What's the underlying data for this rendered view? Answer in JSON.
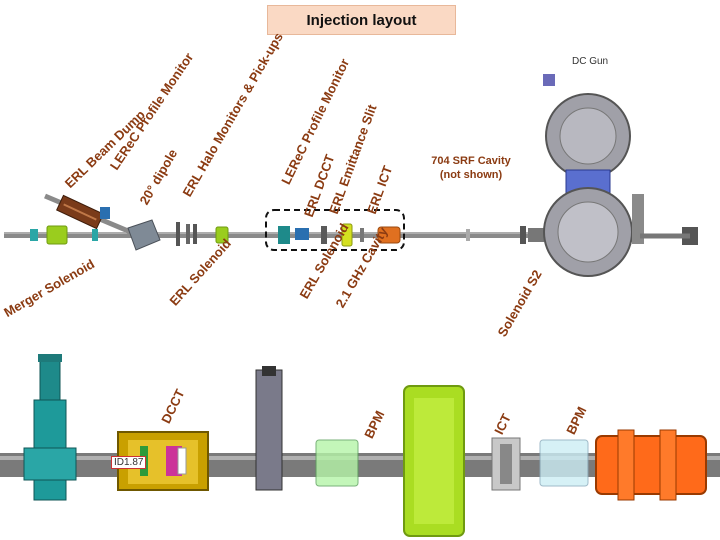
{
  "title": "Injection layout",
  "labels": {
    "erl_beam_dump": "ERL Beam Dump",
    "lerec_profile_monitor_1": "LEReC Profile Monitor",
    "dipole_20": "20° dipole",
    "erl_halo_monitors": "ERL Halo Monitors & Pick-ups",
    "lerec_profile_monitor_2": "LEReC Profile Monitor",
    "erl_dcct_top": "ERL DCCT",
    "erl_emittance_slit": "ERL Emittance Slit",
    "erl_ict": "ERL ICT",
    "merger_solenoid": "Merger Solenoid",
    "erl_solenoid_1": "ERL Solenoid",
    "erl_solenoid_2": "ERL Solenoid",
    "ghz_cavity": "2.1 GHz Cavity",
    "solenoid_s2": "Solenoid S2",
    "srf_cavity_line1": "704 SRF Cavity",
    "srf_cavity_line2": "(not shown)",
    "dc_gun": "DC Gun",
    "dcct_bottom": "DCCT",
    "bpm_1": "BPM",
    "ict_bottom": "ICT",
    "bpm_2": "BPM",
    "id_label": "ID1.87"
  },
  "colors": {
    "title_bg": "#fad9c4",
    "label_brown": "#8b3b12",
    "label_teal": "#1f6f8b",
    "beampipe": "#8a8a8a",
    "solenoid_green": "#9acd1e",
    "ghz_cavity": "#e07020",
    "dcct_teal": "#1e8a8a",
    "gun_gray": "#9a9a9a",
    "gun_frame": "#8d86b8",
    "gun_blue": "#5a6fcf",
    "bpm_green": "#b5f5a8",
    "bottom_cavity": "#ff6a1a",
    "bottom_solenoid": "#aadd22",
    "flange_gray": "#c8c8c8",
    "highlight_box": "#111111"
  }
}
